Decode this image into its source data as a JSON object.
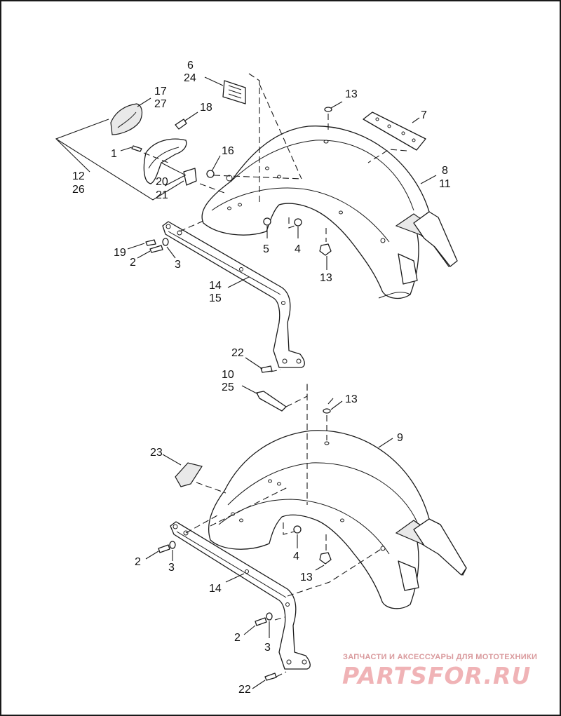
{
  "callouts": [
    {
      "id": "c6",
      "text": "6"
    },
    {
      "id": "c24",
      "text": "24"
    },
    {
      "id": "c17",
      "text": "17"
    },
    {
      "id": "c27",
      "text": "27"
    },
    {
      "id": "c18",
      "text": "18"
    },
    {
      "id": "c13a",
      "text": "13"
    },
    {
      "id": "c7",
      "text": "7"
    },
    {
      "id": "c1",
      "text": "1"
    },
    {
      "id": "c16",
      "text": "16"
    },
    {
      "id": "c8",
      "text": "8"
    },
    {
      "id": "c11",
      "text": "11"
    },
    {
      "id": "c12",
      "text": "12"
    },
    {
      "id": "c26",
      "text": "26"
    },
    {
      "id": "c20",
      "text": "20"
    },
    {
      "id": "c21",
      "text": "21"
    },
    {
      "id": "c5",
      "text": "5"
    },
    {
      "id": "c4a",
      "text": "4"
    },
    {
      "id": "c19",
      "text": "19"
    },
    {
      "id": "c2a",
      "text": "2"
    },
    {
      "id": "c3a",
      "text": "3"
    },
    {
      "id": "c13b",
      "text": "13"
    },
    {
      "id": "c14a",
      "text": "14"
    },
    {
      "id": "c15",
      "text": "15"
    },
    {
      "id": "c22a",
      "text": "22"
    },
    {
      "id": "c10",
      "text": "10"
    },
    {
      "id": "c25",
      "text": "25"
    },
    {
      "id": "c13c",
      "text": "13"
    },
    {
      "id": "c9",
      "text": "9"
    },
    {
      "id": "c23",
      "text": "23"
    },
    {
      "id": "c2b",
      "text": "2"
    },
    {
      "id": "c3b",
      "text": "3"
    },
    {
      "id": "c4b",
      "text": "4"
    },
    {
      "id": "c13d",
      "text": "13"
    },
    {
      "id": "c14b",
      "text": "14"
    },
    {
      "id": "c2c",
      "text": "2"
    },
    {
      "id": "c3c",
      "text": "3"
    },
    {
      "id": "c22b",
      "text": "22"
    }
  ],
  "watermark": {
    "tagline": "ЗАПЧАСТИ И АКСЕССУАРЫ ДЛЯ МОТОТЕХНИКИ",
    "logo": "PARTSFOR.RU"
  },
  "colors": {
    "line": "#1a1a1a",
    "background": "#ffffff",
    "watermark": "#f0b3b6"
  }
}
